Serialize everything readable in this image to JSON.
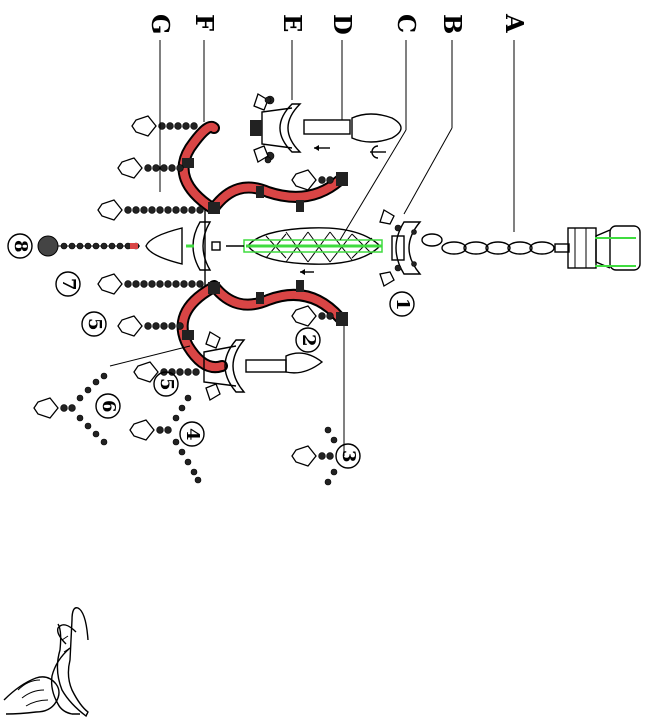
{
  "callouts": {
    "a": "A",
    "b": "B",
    "c": "C",
    "d": "D",
    "e": "E",
    "f": "F",
    "g": "G"
  },
  "numbers": {
    "n1": "1",
    "n2": "2",
    "n3": "3",
    "n4": "4",
    "n5a": "5",
    "n5b": "5",
    "n6": "6",
    "n7": "7",
    "n8": "8"
  },
  "colors": {
    "arm_fill": "#d94545",
    "highlight": "#3fdc3f",
    "ink": "#000000"
  },
  "icons": {
    "hand": "clapping-hands-icon"
  }
}
